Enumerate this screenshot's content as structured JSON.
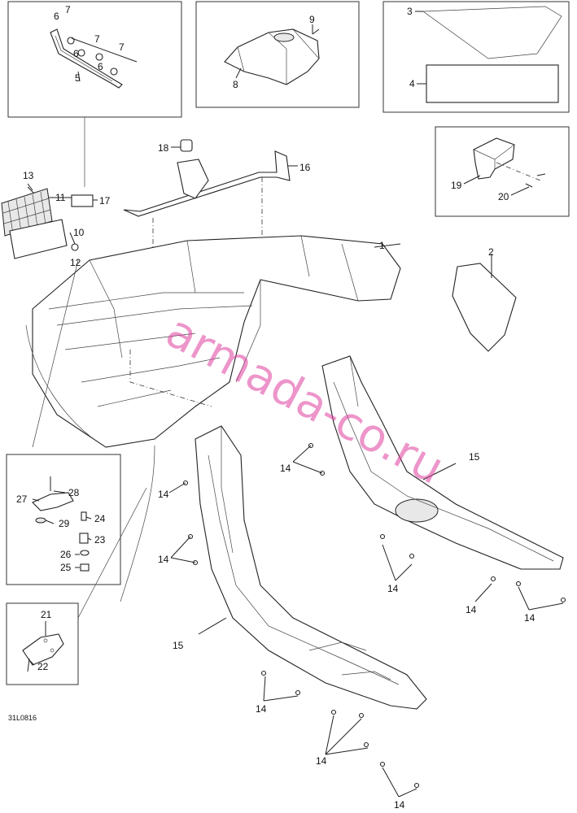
{
  "diagram_code": "31L0816",
  "watermark": "armada-co.ru",
  "callouts": [
    "1",
    "2",
    "3",
    "4",
    "5",
    "6",
    "6",
    "6",
    "7",
    "7",
    "7",
    "8",
    "9",
    "10",
    "11",
    "12",
    "13",
    "14",
    "14",
    "14",
    "14",
    "14",
    "14",
    "14",
    "14",
    "14",
    "15",
    "15",
    "16",
    "17",
    "18",
    "19",
    "20",
    "21",
    "22",
    "23",
    "24",
    "25",
    "26",
    "27",
    "28",
    "29"
  ]
}
